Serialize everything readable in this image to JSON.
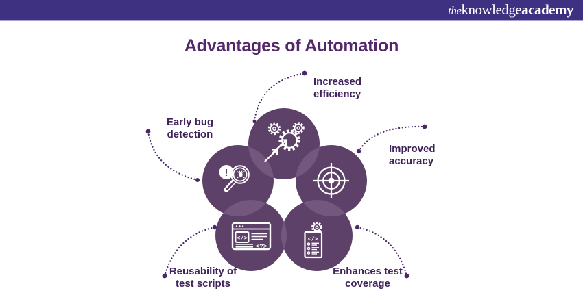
{
  "header": {
    "bar_color": "#3F3182",
    "logo": {
      "the": "the",
      "knowledge": "knowledge",
      "academy": "academy"
    }
  },
  "title": {
    "text": "Advantages of Automation",
    "color": "#532769"
  },
  "colors": {
    "petal": "#5E4168",
    "petal_overlap": "#73577D",
    "connector": "#4A2767",
    "icon_stroke": "#FFFFFF",
    "label_text": "#40235A",
    "background": "#FFFFFF"
  },
  "diagram": {
    "items": [
      {
        "id": "increased-efficiency",
        "label": "Increased\nefficiency",
        "icon": "gears-arrows-icon",
        "position": "top"
      },
      {
        "id": "improved-accuracy",
        "label": "Improved\naccuracy",
        "icon": "target-crosshair-icon",
        "position": "right"
      },
      {
        "id": "enhances-test-coverage",
        "label": "Enhances test\ncoverage",
        "icon": "checklist-gear-icon",
        "position": "bottom-right"
      },
      {
        "id": "reusability-of-test-scripts",
        "label": "Reusability of\ntest scripts",
        "icon": "code-window-icon",
        "position": "bottom-left"
      },
      {
        "id": "early-bug-detection",
        "label": "Early bug\ndetection",
        "icon": "bug-magnifier-icon",
        "position": "left"
      }
    ],
    "icon_glyphs": {
      "code": "</>",
      "question": "<?>",
      "exclamation": "!"
    }
  }
}
